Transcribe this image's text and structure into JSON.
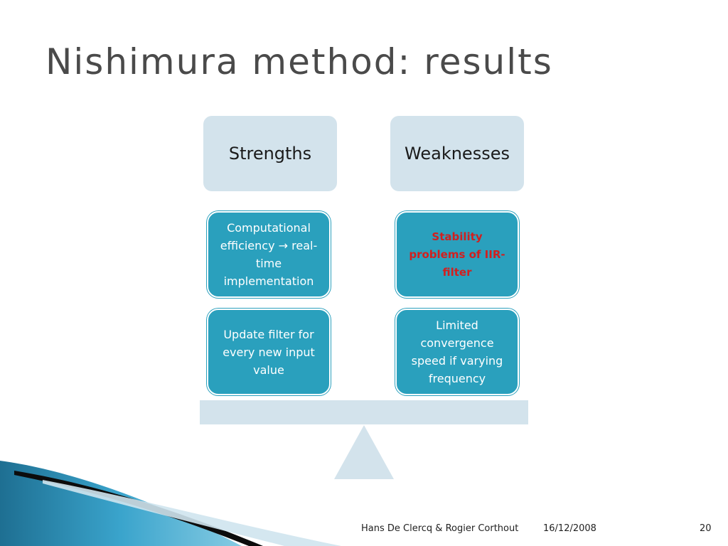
{
  "slide": {
    "title": "Nishimura method: results",
    "strengths": {
      "header": "Strengths",
      "items": [
        "Computational efficiency → real-time implementation",
        "Update filter for every new input value"
      ]
    },
    "weaknesses": {
      "header": "Weaknesses",
      "items": [
        "Stability problems of IIR-filter",
        "Limited convergence speed if  varying frequency"
      ]
    },
    "footer": {
      "authors": "Hans De Clercq & Rogier Corthout",
      "date": "16/12/2008",
      "page": "20"
    }
  },
  "colors": {
    "card": "#2aa0bd",
    "header_box": "#d3e3ec",
    "alert_text": "#d11f1f"
  }
}
